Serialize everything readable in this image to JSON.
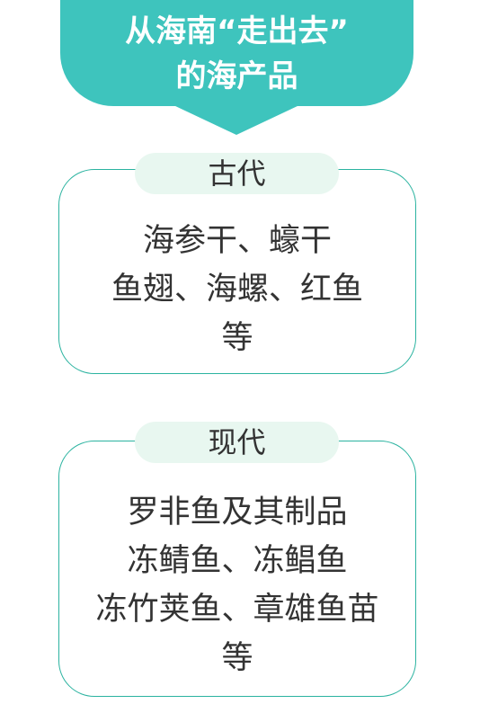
{
  "header": {
    "lines": [
      "从海南“走出去”",
      "的海产品"
    ]
  },
  "sections": [
    {
      "label": "古代",
      "lines": [
        "海参干、蠔干",
        "鱼翅、海螺、红鱼",
        "等"
      ]
    },
    {
      "label": "现代",
      "lines": [
        "罗非鱼及其制品",
        "冻鲭鱼、冻鲳鱼",
        "冻竹荚鱼、章雄鱼苗",
        "等"
      ]
    }
  ],
  "colors": {
    "header_bg": "#3ec4bd",
    "card_border": "#2bb3a0",
    "pill_bg": "#e8f7f0"
  }
}
